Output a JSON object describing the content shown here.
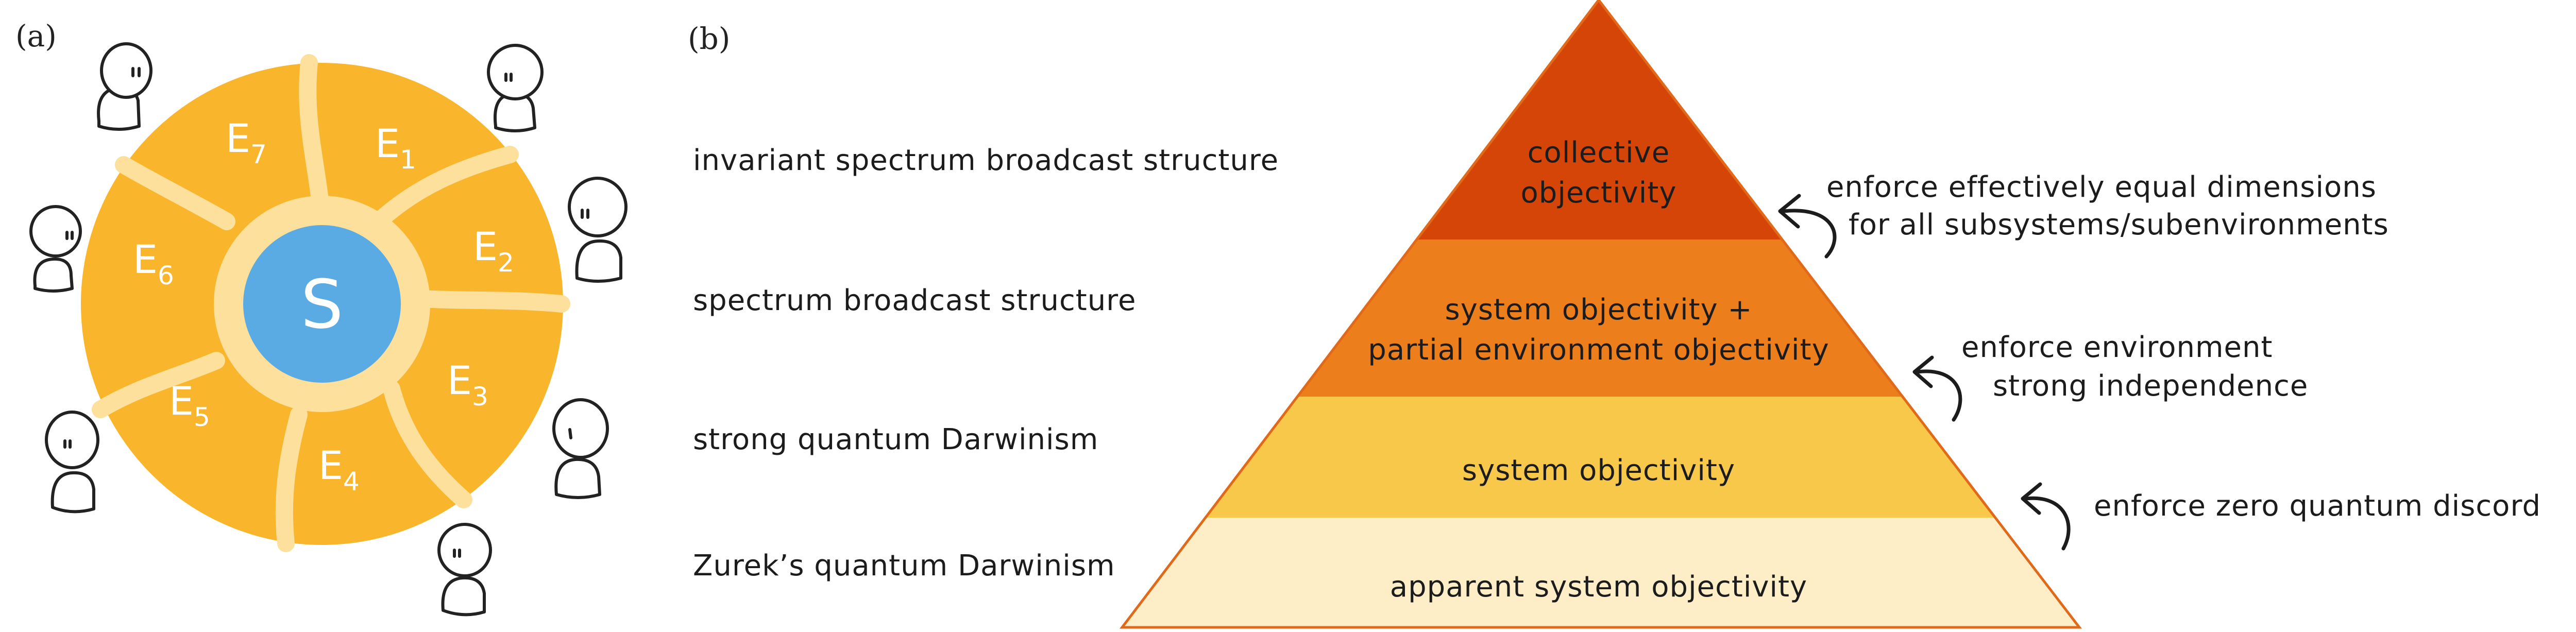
{
  "panel_a": {
    "label": "(a)",
    "system_label": "S",
    "environments": [
      {
        "name": "E",
        "sub": "1"
      },
      {
        "name": "E",
        "sub": "2"
      },
      {
        "name": "E",
        "sub": "3"
      },
      {
        "name": "E",
        "sub": "4"
      },
      {
        "name": "E",
        "sub": "5"
      },
      {
        "name": "E",
        "sub": "6"
      },
      {
        "name": "E",
        "sub": "7"
      }
    ],
    "colors": {
      "disk": "#f9b52c",
      "ring": "#fce09c",
      "core": "#5aabe3",
      "figure_stroke": "#222222"
    }
  },
  "panel_b": {
    "label": "(b)",
    "levels": [
      "invariant spectrum broadcast structure",
      "spectrum broadcast structure",
      "strong quantum Darwinism",
      "Zurek’s quantum Darwinism"
    ],
    "pyramid": [
      {
        "lines": [
          "collective",
          "objectivity"
        ],
        "color": "#d64508"
      },
      {
        "lines": [
          "system objectivity +",
          "partial environment objectivity"
        ],
        "color": "#ec7f1c"
      },
      {
        "lines": [
          "system objectivity"
        ],
        "color": "#f8c84a"
      },
      {
        "lines": [
          "apparent system objectivity"
        ],
        "color": "#fdeec8"
      }
    ],
    "conditions": [
      {
        "lines": [
          "enforce effectively equal dimensions",
          "for all subsystems/subenvironments"
        ]
      },
      {
        "lines": [
          "enforce environment",
          "strong independence"
        ]
      },
      {
        "lines": [
          "enforce zero quantum discord"
        ]
      }
    ]
  }
}
